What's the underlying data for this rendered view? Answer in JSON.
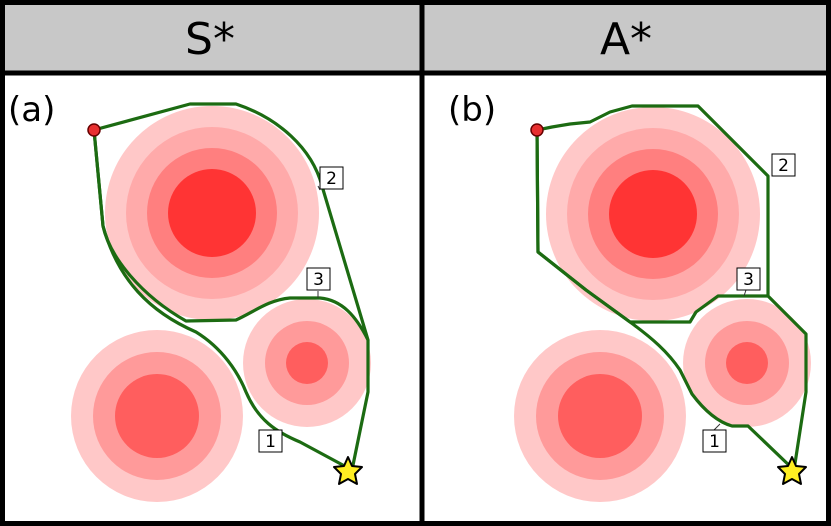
{
  "panels": [
    {
      "header": "S*",
      "label": "(a)",
      "route_labels": [
        "1",
        "2",
        "3"
      ]
    },
    {
      "header": "A*",
      "label": "(b)",
      "route_labels": [
        "1",
        "2",
        "3"
      ]
    }
  ],
  "colors": {
    "header_bg": "#c8c8c8",
    "border": "#000000",
    "path": "#1c6b12",
    "hazard_outer": "#ffc8c8",
    "hazard_mid": "#ff9696",
    "hazard_inner": "#ff3232",
    "start_marker": "#e83030",
    "goal_marker": "#ffee22"
  },
  "icons": {
    "start": "start-dot-icon",
    "goal": "goal-star-icon"
  }
}
